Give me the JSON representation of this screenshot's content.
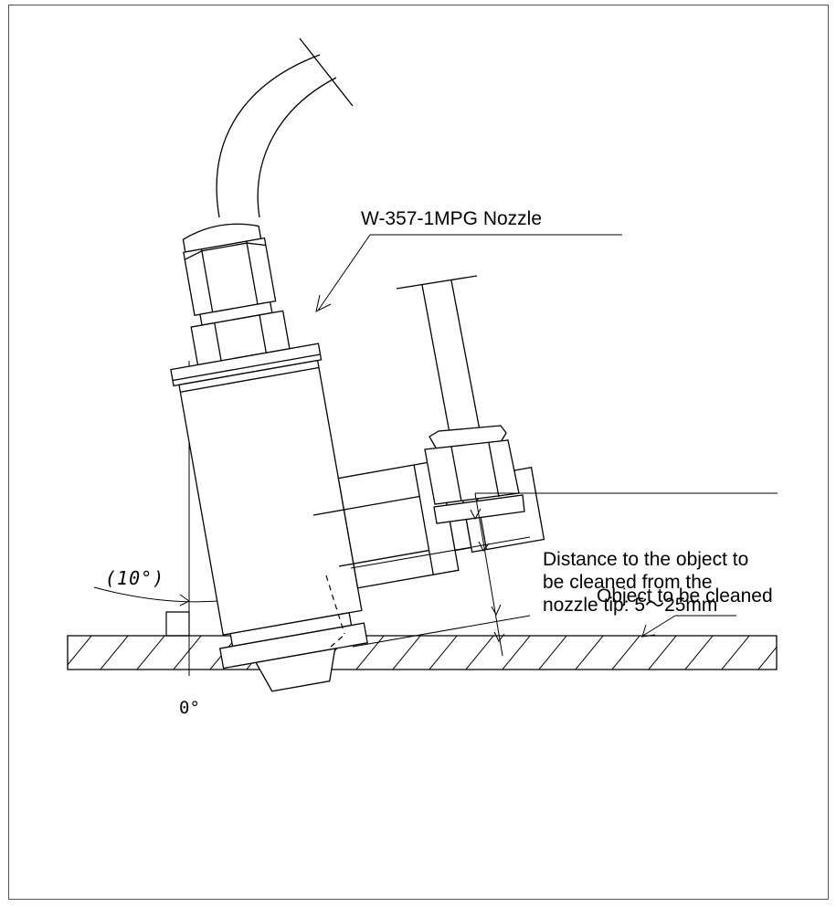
{
  "labels": {
    "nozzle": "W-357-1MPG Nozzle",
    "distance": "Distance to the object to\nbe cleaned from the\nnozzle tip: 5～25mm",
    "object": "Object to be cleaned",
    "angle": "(10°)",
    "zero": "0°"
  },
  "colors": {
    "line": "#000000",
    "frame": "#555555",
    "background": "#ffffff"
  }
}
